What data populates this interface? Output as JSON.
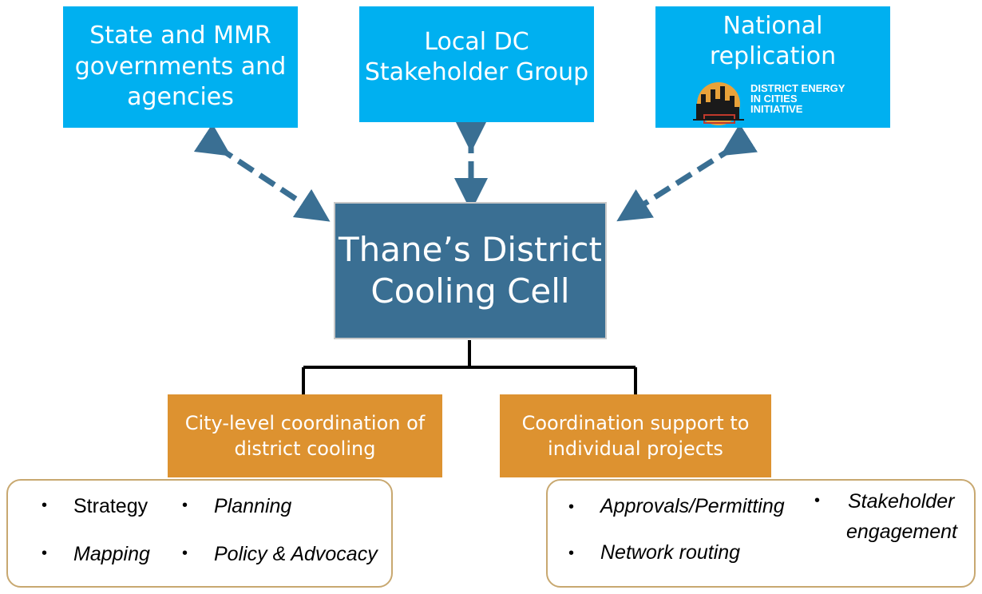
{
  "top_boxes": [
    {
      "lines": [
        "State and MMR",
        "governments and",
        "agencies"
      ]
    },
    {
      "lines": [
        "Local DC",
        "Stakeholder Group"
      ]
    },
    {
      "lines": [
        "National",
        "replication"
      ],
      "logo": [
        "DISTRICT ENERGY",
        "IN CITIES",
        "INITIATIVE"
      ]
    }
  ],
  "center": {
    "lines": [
      "Thane’s District",
      "Cooling Cell"
    ]
  },
  "sub_boxes": [
    {
      "lines": [
        "City-level coordination of",
        "district cooling"
      ]
    },
    {
      "lines": [
        "Coordination support to",
        "individual projects"
      ]
    }
  ],
  "left_list": {
    "bullet": "•",
    "items": [
      "Strategy",
      "Planning",
      "Mapping",
      "Policy & Advocacy"
    ]
  },
  "right_list": {
    "bullet": "•",
    "items": [
      "Approvals/Permitting",
      "Stakeholder",
      "engagement",
      "Network routing"
    ]
  },
  "colors": {
    "top_box": "#00b0f0",
    "center_box": "#3a6f93",
    "sub_box": "#dd9230",
    "arrow": "#3a6f93",
    "list_border": "#c8a870"
  }
}
